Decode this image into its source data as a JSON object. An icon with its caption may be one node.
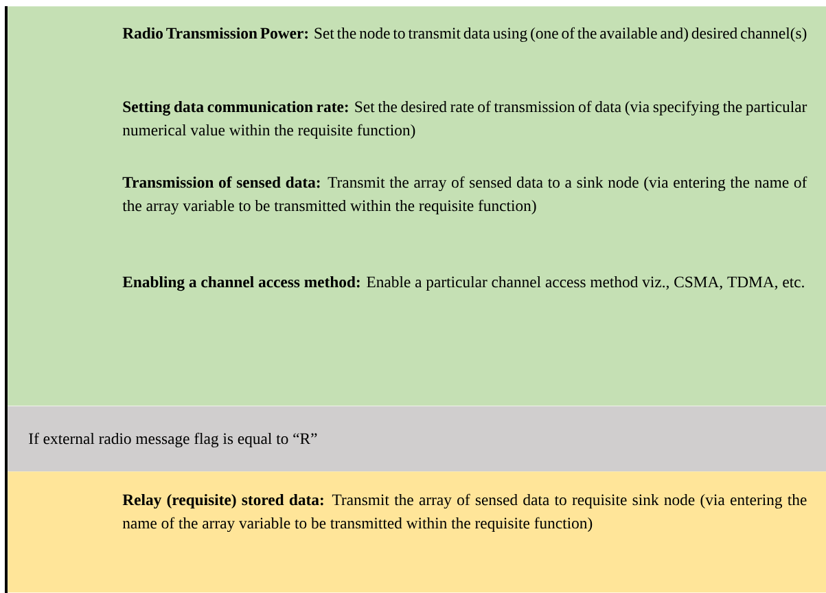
{
  "diagram": {
    "nodes": [
      {
        "text": [
          "**Radio Transmission Power:** Set the node to transmit data using (one of the available and) desired channel(s)",
          "**Setting data communication rate:** Set the desired rate of transmission of data (via specifying the particular numerical value within the requisite function)",
          "**Transmission of sensed data:** Transmit the array of sensed data to a sink node (via entering the name of the array variable to be transmitted within the requisite function)",
          "**Enabling a channel access method:** Enable a particular channel access method viz., CSMA, TDMA, etc."
        ]
      },
      {
        "text": [
          "If external radio message flag is equal to “R”"
        ]
      },
      {
        "text": [
          "**Relay (requisite) stored data:** Transmit the array of sensed data to requisite sink node (via entering the name of the array variable to be transmitted within the requisite function)"
        ]
      }
    ]
  }
}
